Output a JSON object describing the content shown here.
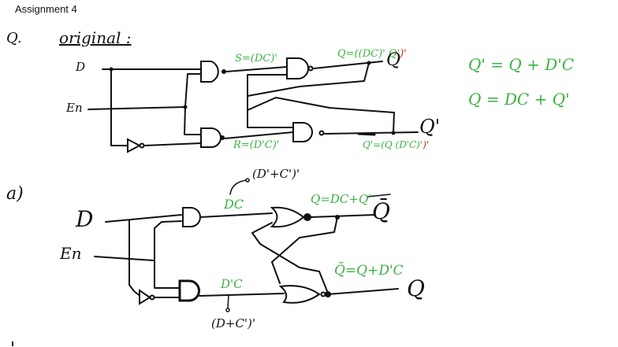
{
  "document": {
    "title": "Assignment 4",
    "question_label": "Q.",
    "original_label": "original :",
    "part_a_label": "a)"
  },
  "original_circuit": {
    "inputs": {
      "d": "D",
      "en": "En"
    },
    "outputs": {
      "q": "Q",
      "q_prime": "Q'"
    },
    "annotations": {
      "s": "S=(DC)'",
      "r": "R=(D'C)'",
      "q_expr_open": "Q=(",
      "q_expr_body": "(DC)' Q'",
      "q_expr_close": ")'",
      "qp_expr_open": "Q'=(",
      "qp_expr_body": "Q (D'C)'",
      "qp_expr_close": ")'"
    },
    "equations": [
      "Q' = Q + D'C",
      "Q = DC + Q'"
    ]
  },
  "part_a_circuit": {
    "inputs": {
      "d": "D",
      "en": "En"
    },
    "outputs": {
      "top": "Q̄",
      "bottom": "Q"
    },
    "annotations": {
      "top_and": "DC",
      "top_and_arrow_note": "(D'+C')'",
      "top_or_out": "Q=DC+Q'",
      "bottom_and": "D'C",
      "bottom_note": "(D+C')'",
      "bottom_or_out": "Q̄=Q+D'C"
    }
  },
  "colors": {
    "ink": "#111111",
    "green": "#3cb043",
    "red": "#e02020"
  }
}
